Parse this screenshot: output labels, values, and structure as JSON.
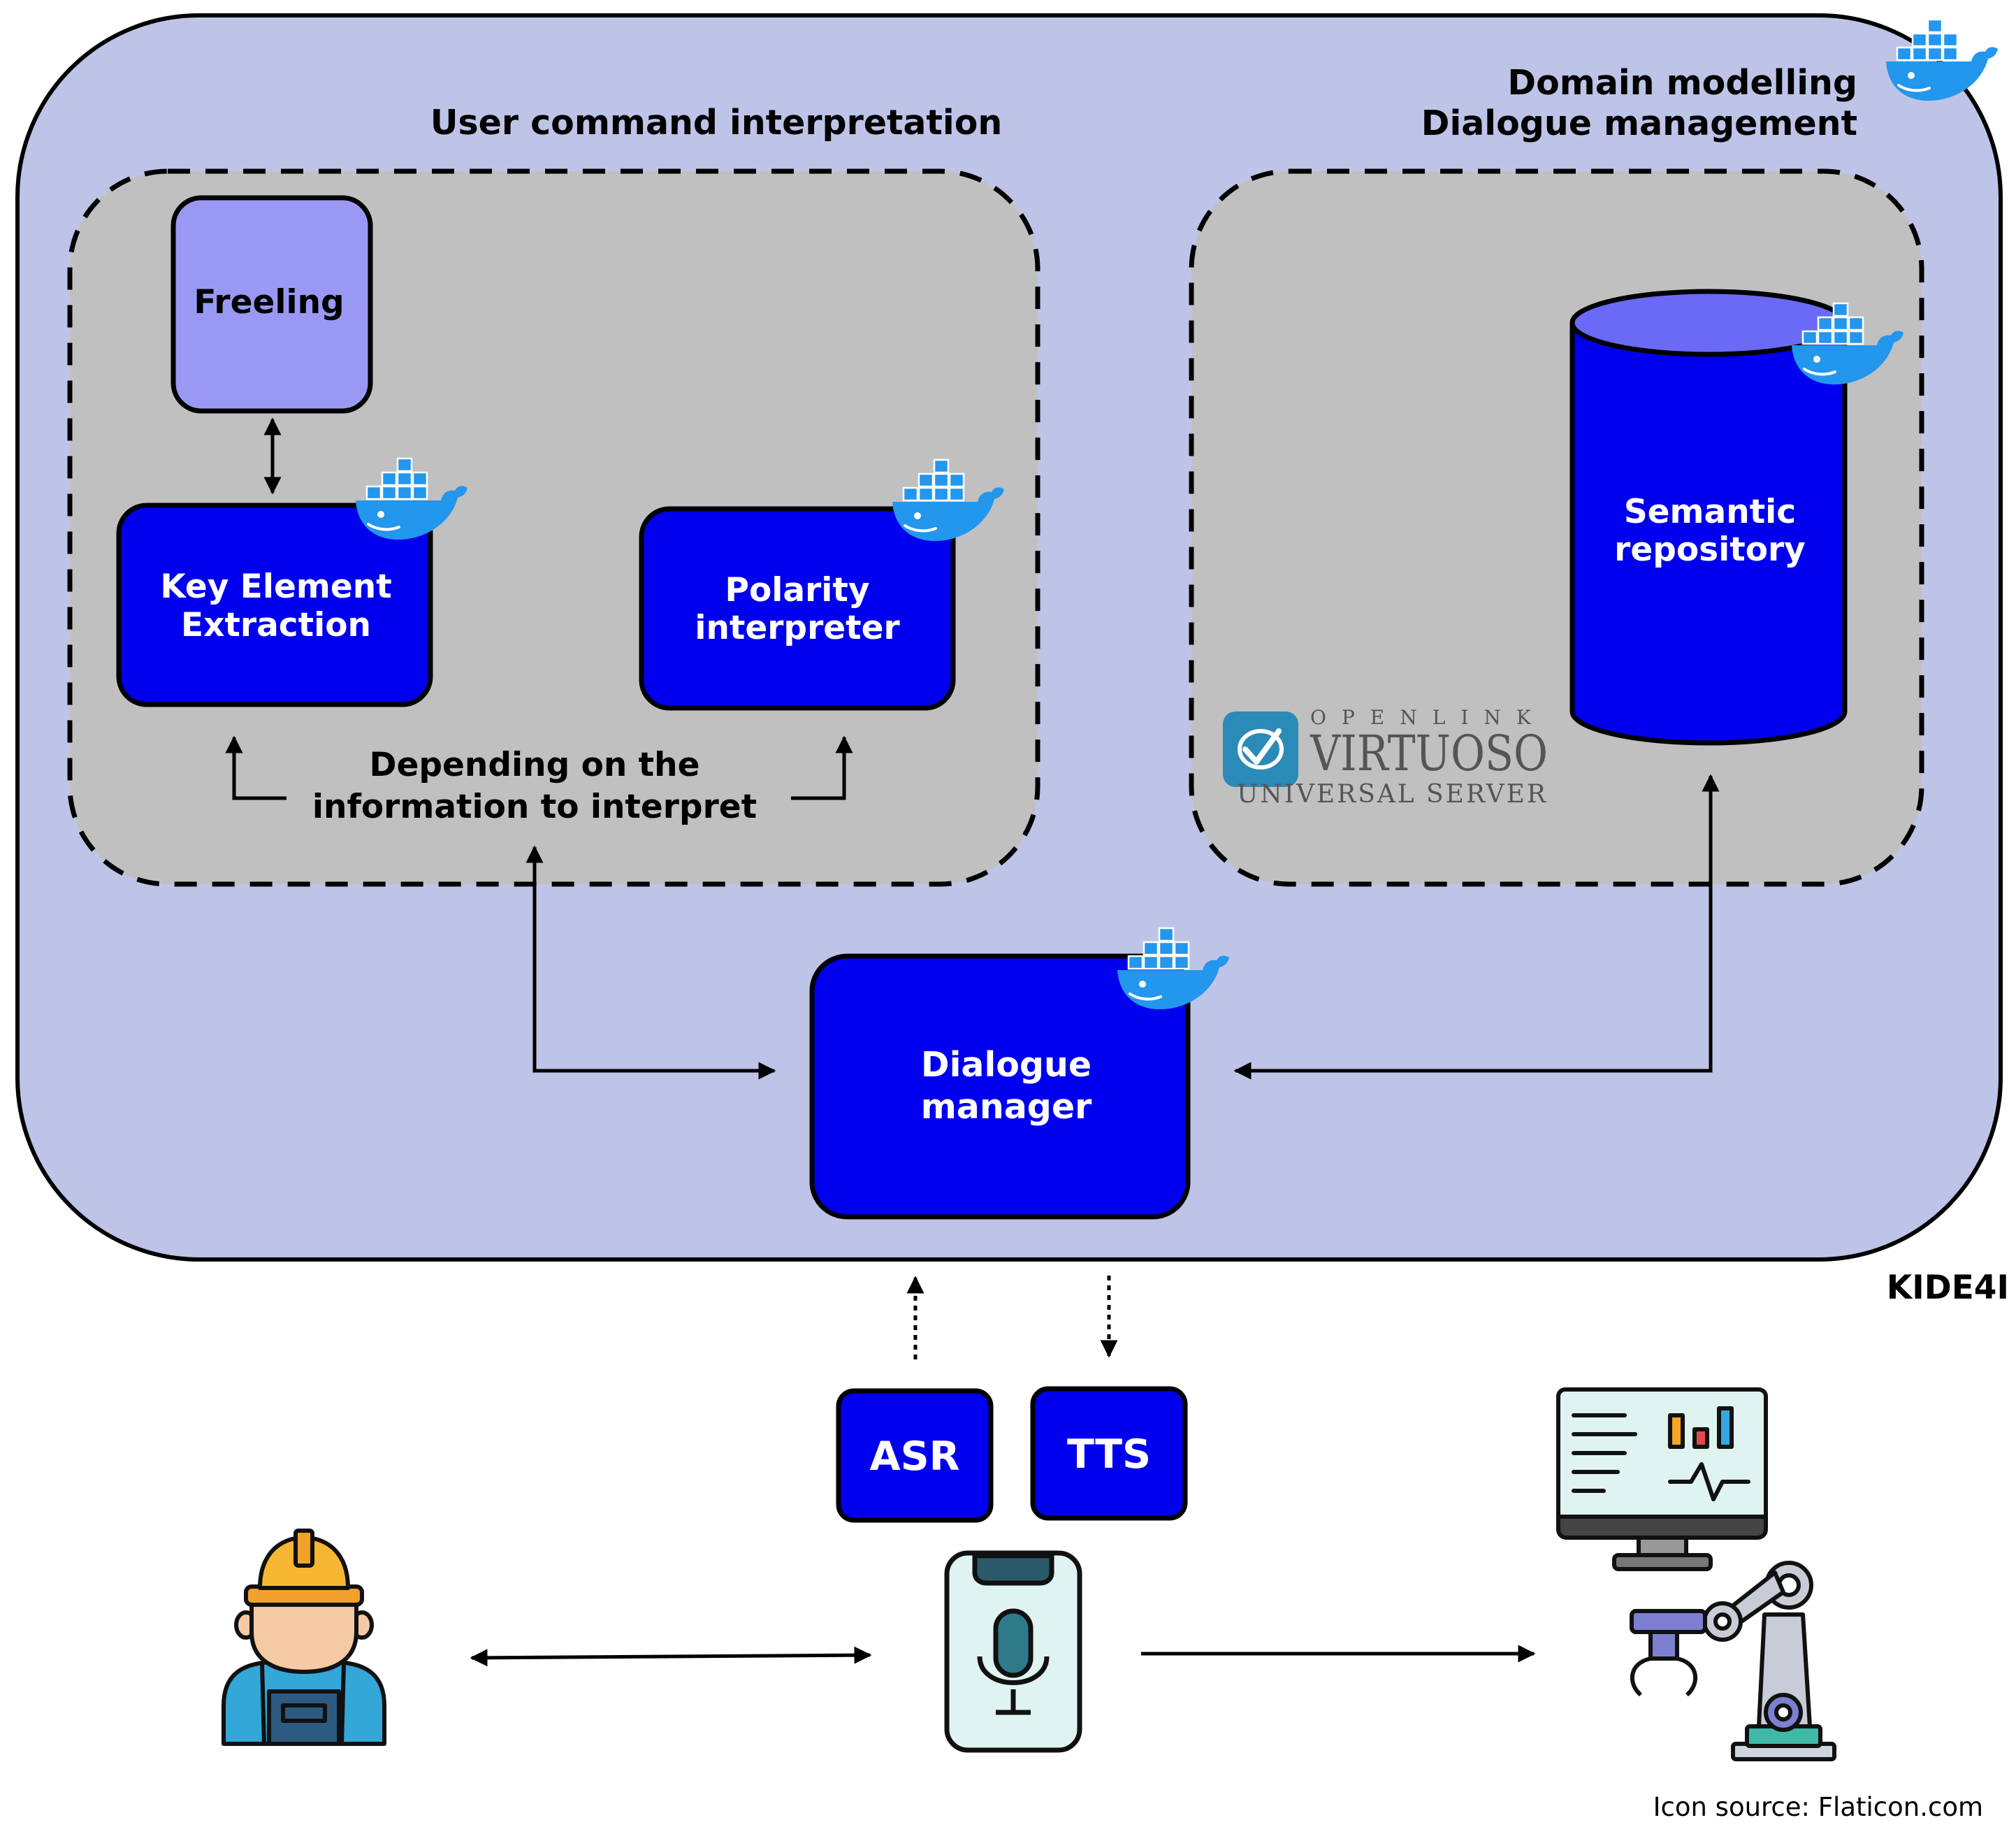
{
  "system": {
    "name": "KIDE4I"
  },
  "groups": {
    "user_command": "User command interpretation",
    "domain_line1": "Domain modelling",
    "domain_line2": "Dialogue management"
  },
  "nodes": {
    "freeling": "Freeling",
    "key_element_line1": "Key Element",
    "key_element_line2": "Extraction",
    "polarity_line1": "Polarity",
    "polarity_line2": "interpreter",
    "semantic_line1": "Semantic",
    "semantic_line2": "repository",
    "dialogue_line1": "Dialogue",
    "dialogue_line2": "manager",
    "asr": "ASR",
    "tts": "TTS"
  },
  "annotations": {
    "depending_line1": "Depending on the",
    "depending_line2": "information to interpret"
  },
  "virtuoso_logo": {
    "top": "OPENLINK",
    "main": "VIRTUOSO",
    "bottom": "UNIVERSAL SERVER"
  },
  "footer": {
    "icon_source": "Icon source: Flaticon.com"
  },
  "colors": {
    "outer_background": "#bec4e8",
    "group_background": "#c0c0c0",
    "component_blue": "#0000ee",
    "freeling_fill": "#9999f5",
    "docker_blue": "#2396ed"
  },
  "icons": {
    "container": "docker-whale-icon",
    "worker": "worker-icon",
    "phone": "smartphone-microphone-icon",
    "monitor": "monitor-dashboard-icon",
    "robot": "robot-arm-icon",
    "database": "database-cylinder-icon"
  }
}
